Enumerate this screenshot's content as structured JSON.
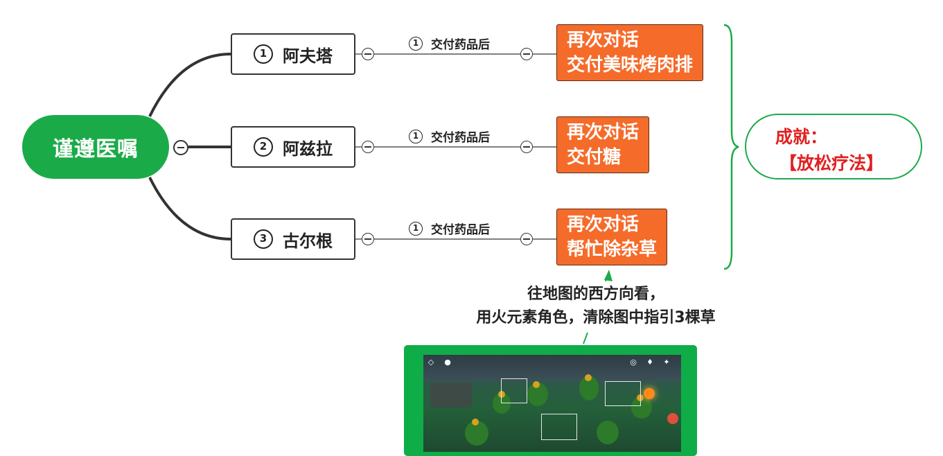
{
  "root": {
    "label": "谨遵医嘱"
  },
  "branches": [
    {
      "num": "1",
      "label": "阿夫塔",
      "edge_num": "1",
      "edge_label": "交付药品后",
      "leaf_lines": [
        "再次对话",
        "交付美味烤肉排"
      ]
    },
    {
      "num": "2",
      "label": "阿兹拉",
      "edge_num": "1",
      "edge_label": "交付药品后",
      "leaf_lines": [
        "再次对话",
        "交付糖"
      ]
    },
    {
      "num": "3",
      "label": "古尔根",
      "edge_num": "1",
      "edge_label": "交付药品后",
      "leaf_lines": [
        "再次对话",
        "帮忙除杂草"
      ]
    }
  ],
  "achievement": {
    "title": "成就：",
    "name": "【放松疗法】"
  },
  "note": {
    "line1": "往地图的西方向看，",
    "line2": "用火元素角色，清除图中指引3棵草"
  },
  "colors": {
    "root_fill": "#1aab48",
    "leaf_fill": "#f56b2a",
    "achievement_text": "#e02020",
    "screenshot_border": "#0fad48"
  }
}
